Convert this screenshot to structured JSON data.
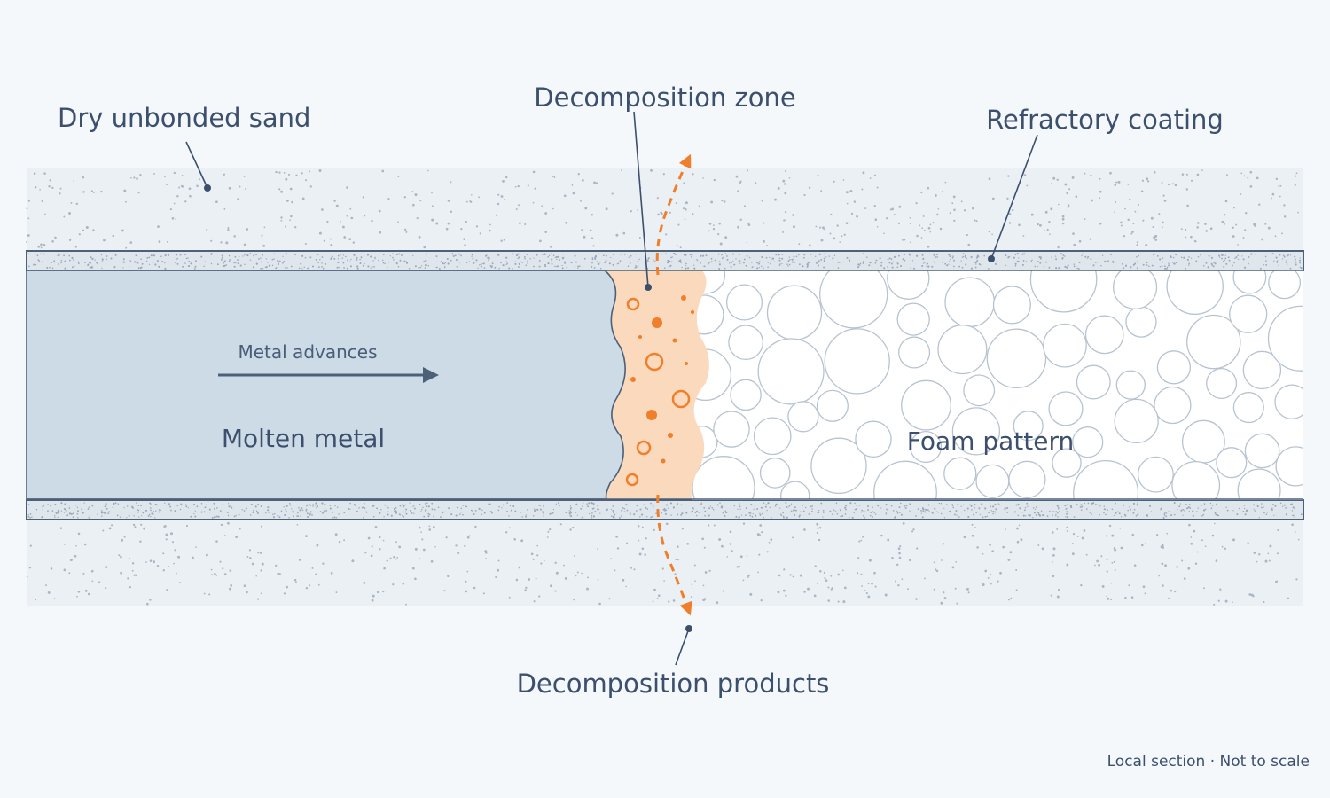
{
  "labels": {
    "sand": "Dry unbonded sand",
    "zone": "Decomposition zone",
    "coating": "Refractory coating",
    "advance": "Metal advances",
    "metal": "Molten metal",
    "foam": "Foam pattern",
    "products": "Decomposition products",
    "footnote": "Local section · Not to scale"
  },
  "colors": {
    "background": "#f4f8fb",
    "sand": "#ebf0f4",
    "coating": "#dfe6ec",
    "metal": "#cddbe7",
    "foam": "#ffffff",
    "decomposition": "#fbd9bc",
    "accent_orange": "#f07f2b",
    "outline": "#4c6078"
  }
}
